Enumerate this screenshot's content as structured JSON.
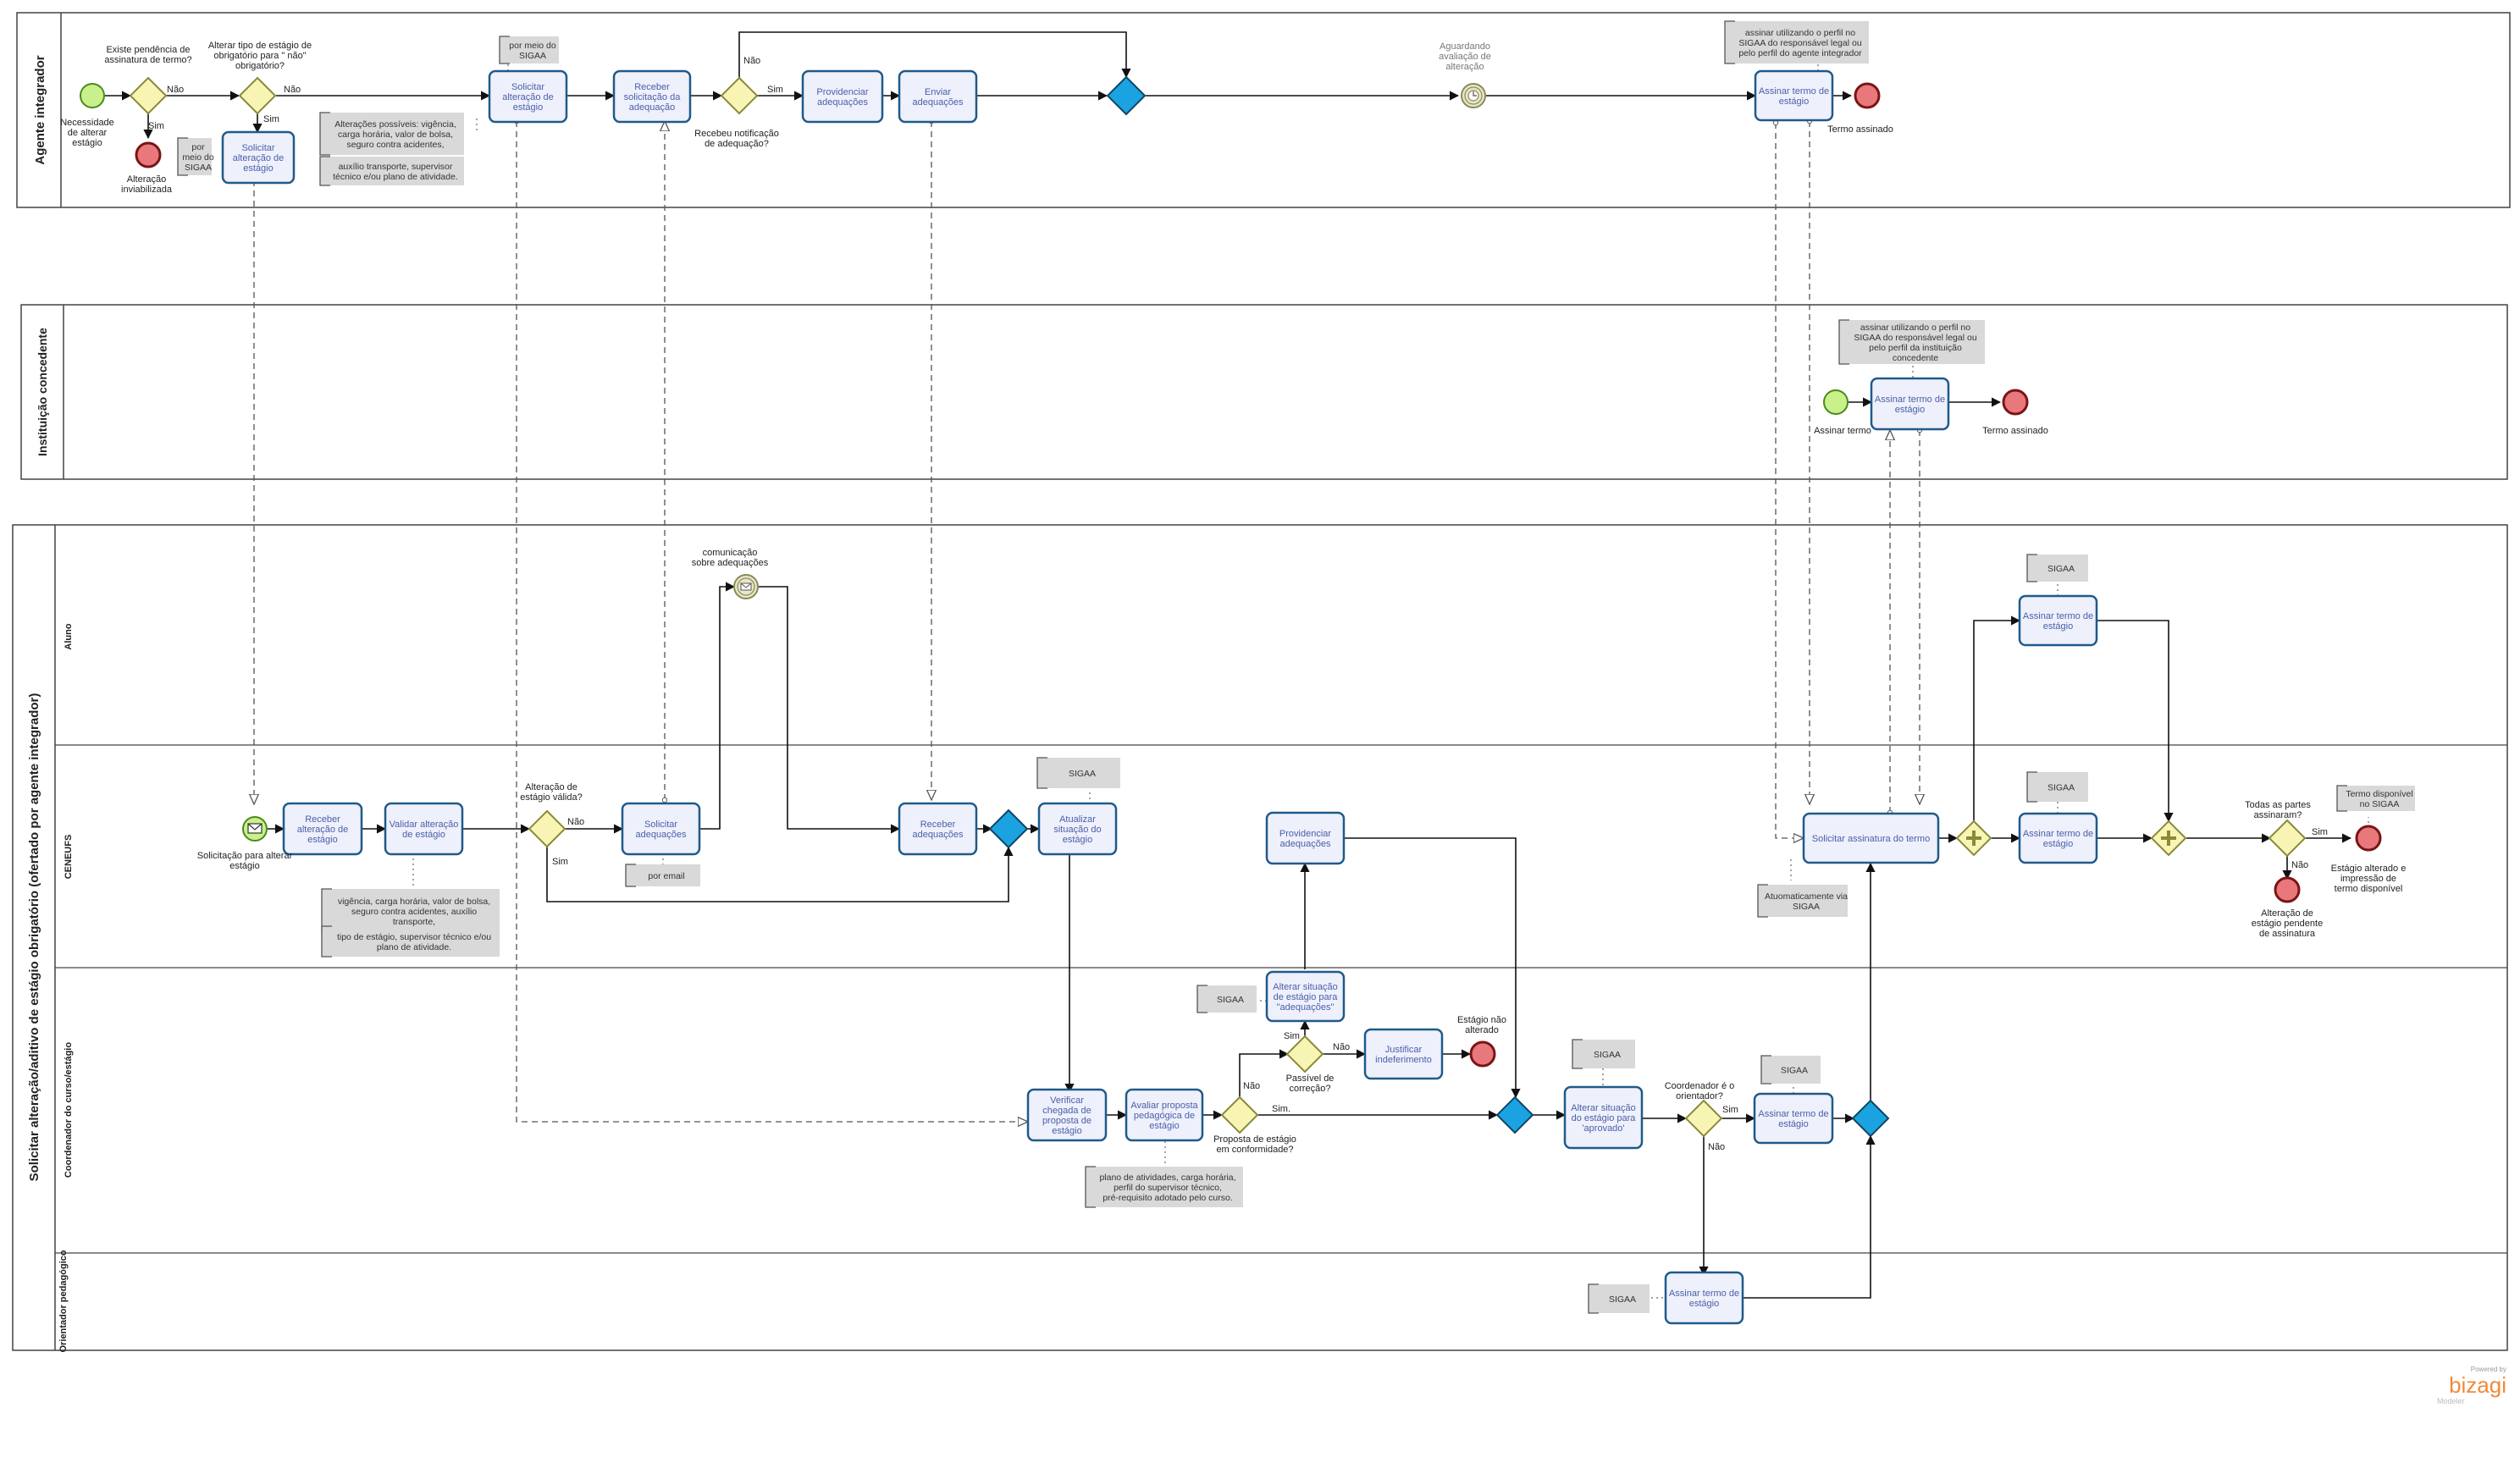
{
  "pools": {
    "agente": "Agente integrador",
    "instituicao": "Instituição concedente",
    "main": "Solicitar alteração/aditivo de estágio obrigatório (ofertado por agente integrador)"
  },
  "lanes": {
    "aluno": "Aluno",
    "ceneufs": "CENEUFS",
    "coordenador": "Coordenador do curso/estágio",
    "orientador": "Orientador pedagógico"
  },
  "tasks": {
    "ag_solicitar1": [
      "Solicitar",
      "alteração de",
      "estágio"
    ],
    "ag_solicitar2": [
      "Solicitar",
      "alteração de",
      "estágio"
    ],
    "ag_receber_sol": [
      "Receber",
      "solicitação da",
      "adequação"
    ],
    "ag_providenciar": [
      "Providenciar",
      "adequações"
    ],
    "ag_enviar": [
      "Enviar",
      "adequações"
    ],
    "ag_assinar": [
      "Assinar termo de",
      "estágio"
    ],
    "in_assinar": [
      "Assinar termo de",
      "estágio"
    ],
    "al_assinar": [
      "Assinar termo de",
      "estágio"
    ],
    "ce_receber": [
      "Receber",
      "alteração de",
      "estágio"
    ],
    "ce_validar": [
      "Validar alteração",
      "de estágio"
    ],
    "ce_solicitar_adeq": [
      "Solicitar",
      "adequações"
    ],
    "ce_receber_adeq": [
      "Receber",
      "adequações"
    ],
    "ce_atualizar": [
      "Atualizar",
      "situação do",
      "estágio"
    ],
    "ce_solicitar_ass": [
      "Solicitar assinatura do termo"
    ],
    "ce_assinar": [
      "Assinar termo de",
      "estágio"
    ],
    "co_providenciar": [
      "Providenciar",
      "adequações"
    ],
    "co_alterar_adeq": [
      "Alterar situação",
      "de estágio para",
      "\"adequações\""
    ],
    "co_justificar": [
      "Justificar",
      "indeferimento"
    ],
    "co_verificar": [
      "Verificar",
      "chegada de",
      "proposta de",
      "estágio"
    ],
    "co_avaliar": [
      "Avaliar proposta",
      "pedagógica de",
      "estágio"
    ],
    "co_alterar_apr": [
      "Alterar situação",
      "do  estágio para",
      "'aprovado'"
    ],
    "co_assinar": [
      "Assinar termo de",
      "estágio"
    ],
    "or_assinar": [
      "Assinar termo de",
      "estágio"
    ]
  },
  "labels": {
    "ag_start": [
      "Necessidade",
      "de  alterar",
      "estágio"
    ],
    "ag_q1": [
      "Existe pendência de",
      "assinatura de termo?"
    ],
    "ag_q2": [
      "Alterar tipo de estágio de",
      "obrigatório para \" não\"",
      "obrigatório?"
    ],
    "ag_inviab": [
      "Alteração",
      "inviabilizada"
    ],
    "ag_q3": [
      "Recebeu notificação",
      "de adequação?"
    ],
    "ag_wait": [
      "Aguardando",
      "avaliação de",
      "alteração"
    ],
    "ag_end": [
      "Termo assinado"
    ],
    "in_start": [
      "Assinar termo"
    ],
    "in_end": [
      "Termo assinado"
    ],
    "ce_start": [
      "Solicitação para alterar",
      "estágio"
    ],
    "ce_q_valida": [
      "Alteração de",
      "estágio válida?"
    ],
    "ce_comm": [
      "comunicação",
      "sobre adequações"
    ],
    "ce_q_partes": [
      "Todas as partes",
      "assinaram?"
    ],
    "ce_end_ok": [
      "Estágio alterado e",
      "impressão de",
      "termo disponível"
    ],
    "ce_end_pend": [
      "Alteração de",
      "estágio pendente",
      "de assinatura"
    ],
    "co_q_conf": [
      "Proposta de estágio",
      "em conformidade?"
    ],
    "co_q_corr": [
      "Passível de",
      "correção?"
    ],
    "co_end": [
      "Estágio não",
      "alterado"
    ],
    "co_q_orient": [
      "Coordenador é o",
      "orientador?"
    ]
  },
  "flow_labels": {
    "sim": "Sim",
    "nao": "Não",
    "sim_dot": "Sim."
  },
  "annotations": {
    "ag_por_meio": [
      "por",
      "meio do",
      "SIGAA"
    ],
    "ag_por_meio2": [
      "por meio do",
      "SIGAA"
    ],
    "ag_alteracoes": [
      "Alterações possíveis: vigência,",
      "carga horária, valor de bolsa,",
      "seguro contra acidentes,"
    ],
    "ag_alteracoes2": [
      "auxílio transporte, supervisor",
      "técnico e/ou plano de atividade."
    ],
    "ag_assinar_note": [
      "assinar utilizando o perfil no",
      "SIGAA do responsável legal ou",
      "pelo perfil  do agente integrador"
    ],
    "in_assinar_note": [
      "assinar utilizando o perfil no",
      "SIGAA do responsável legal ou",
      "pelo perfil da instituição",
      "concedente"
    ],
    "al_sigaa": [
      "SIGAA"
    ],
    "ce_sigaa_atual": [
      "SIGAA"
    ],
    "ce_sigaa_ass": [
      "SIGAA"
    ],
    "ce_por_email": [
      "por email"
    ],
    "ce_auto": [
      "Atuomaticamente via",
      "SIGAA"
    ],
    "ce_termo_disp": [
      "Termo disponível",
      "no SIGAA"
    ],
    "ce_vigencia": [
      "vigência, carga horária, valor de bolsa,",
      "seguro contra acidentes, auxílio",
      "transporte,"
    ],
    "ce_tipo": [
      "tipo de estágio, supervisor técnico e/ou",
      "plano de atividade."
    ],
    "co_sigaa_adeq": [
      "SIGAA"
    ],
    "co_sigaa_apr": [
      "SIGAA"
    ],
    "co_sigaa_ass": [
      "SIGAA"
    ],
    "co_plano": [
      "plano de atividades, carga horária,",
      "perfil do supervisor técnico,",
      "pré-requisito adotado pelo curso."
    ],
    "or_sigaa": [
      "SIGAA"
    ]
  },
  "brand": {
    "powered": "Powered by",
    "name": "bizagi",
    "sub": "Modeler"
  },
  "colors": {
    "task_fill": "#eef0fb",
    "task_stroke": "#1f5a8a",
    "task_text": "#4a5fa8",
    "gateway_fill": "#f8f5b4",
    "gateway_stroke": "#8a8a3a",
    "merge_fill": "#1aa3e0",
    "start_fill": "#c9f08a",
    "start_stroke": "#4a8a1e",
    "end_fill": "#e8787c",
    "end_stroke": "#7a1515",
    "annotation_fill": "#d9d9d9",
    "brand": "#f08a3a"
  }
}
